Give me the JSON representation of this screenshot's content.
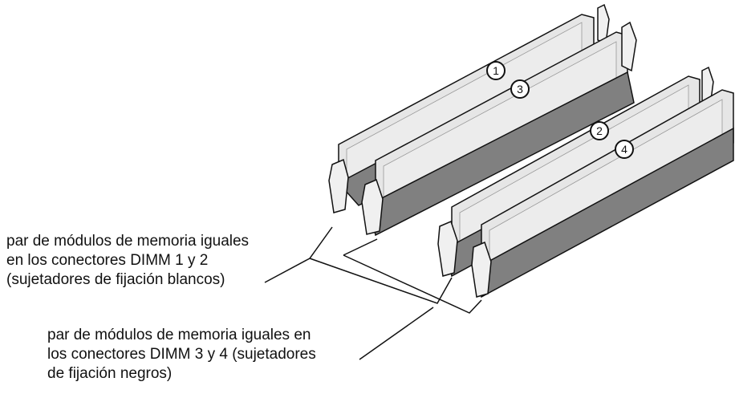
{
  "callouts": [
    "1",
    "2",
    "3",
    "4"
  ],
  "labels": {
    "white_pair": "par de módulos de memoria iguales\nen los conectores DIMM 1 y 2\n(sujetadores de fijación blancos)",
    "black_pair": "par de módulos de memoria iguales en\nlos conectores DIMM 3 y 4 (sujetadores\nde fijación negros)"
  },
  "colors": {
    "module_face": "#e6e6e6",
    "module_edge": "#f7f7f7",
    "socket": "#808080",
    "outline": "#111111"
  }
}
